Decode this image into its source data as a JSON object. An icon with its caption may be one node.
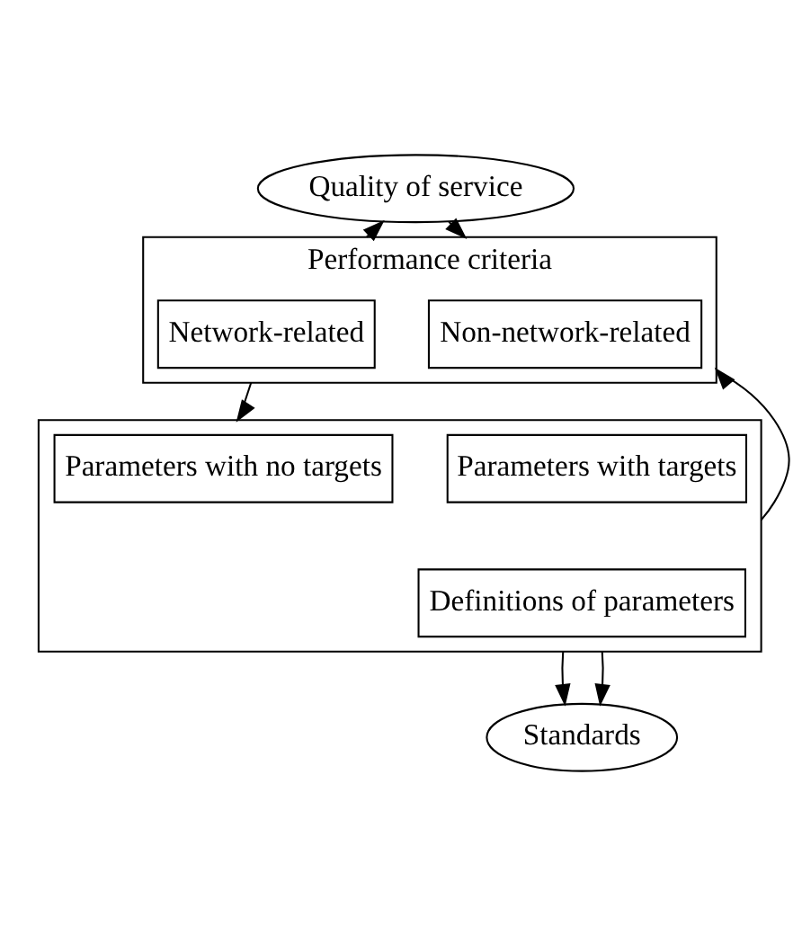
{
  "diagram": {
    "nodes": [
      {
        "text": [
          "Quality of service"
        ]
      },
      {
        "text": [
          "Performance criteria"
        ]
      },
      {
        "text": [
          "Non-network-related"
        ],
        "in": 1
      },
      {
        "text": [
          "Network-related"
        ],
        "in": 1
      },
      {
        "text": [],
        "shape": "box"
      },
      {
        "text": [
          "Parameters with no targets"
        ],
        "in": 4
      },
      {
        "text": [
          "Parameters with targets"
        ],
        "in": 4
      },
      {
        "text": [
          "Definitions of parameters"
        ],
        "in": 4
      },
      {
        "text": [
          "Standards"
        ]
      }
    ],
    "edges": [
      {
        "from": 0,
        "to": 1,
        "arrow": "to"
      },
      {
        "from": 1,
        "to": 0,
        "arrow": "to"
      },
      {
        "from": 1,
        "to": 4,
        "arrow": "to"
      },
      {
        "from": 4,
        "to": 1,
        "arrow": "to"
      },
      {
        "from": 4,
        "to": 8,
        "arrow": "to"
      },
      {
        "from": 4,
        "to": 8,
        "arrow": "to"
      }
    ]
  }
}
